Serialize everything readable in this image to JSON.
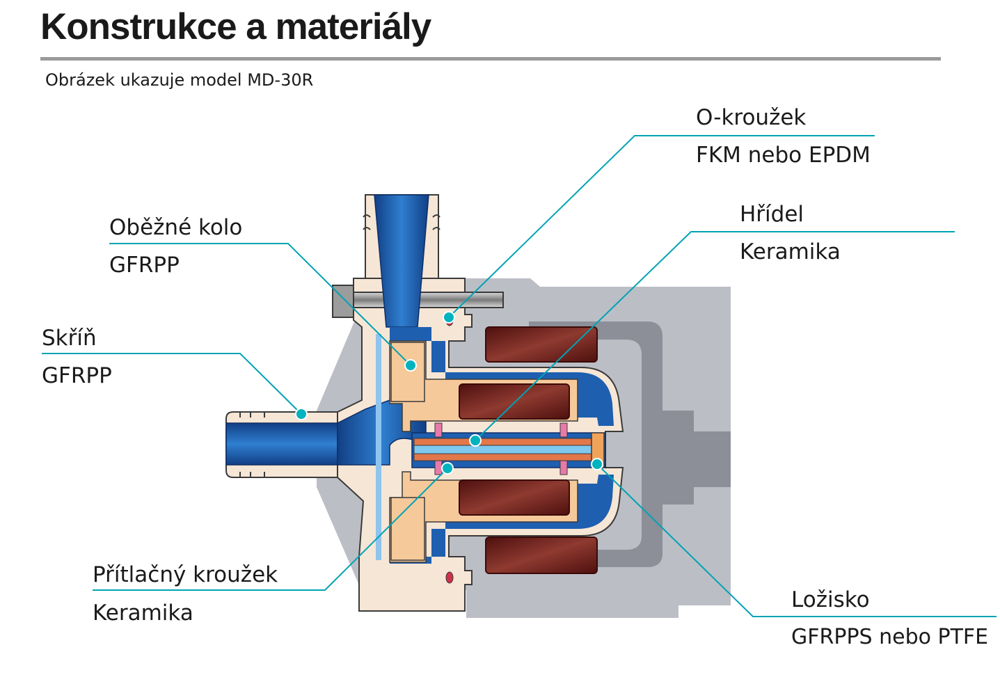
{
  "header": {
    "title": "Konstrukce a materiály",
    "subtitle": "Obrázek ukazuje model MD-30R"
  },
  "colors": {
    "leader": "#00a3b4",
    "dot": "#00b3be",
    "casing": "#f6e6d6",
    "blue": "#1e5fb0",
    "impeller": "#f6c99a",
    "motor_gray": "#bcbec6",
    "motor_dark": "#8c8e98",
    "magnet": "#6b1b17",
    "title_rule": "#9a9a9a"
  },
  "callouts": {
    "o_ring": {
      "name": "O-kroužek",
      "material": "FKM nebo EPDM"
    },
    "shaft": {
      "name": "Hřídel",
      "material": "Keramika"
    },
    "impeller": {
      "name": "Oběžné kolo",
      "material": "GFRPP"
    },
    "casing": {
      "name": "Skříň",
      "material": "GFRPP"
    },
    "thrust_ring": {
      "name": "Přítlačný kroužek",
      "material": "Keramika"
    },
    "bearing": {
      "name": "Ložisko",
      "material": "GFRPPS nebo PTFE"
    }
  }
}
